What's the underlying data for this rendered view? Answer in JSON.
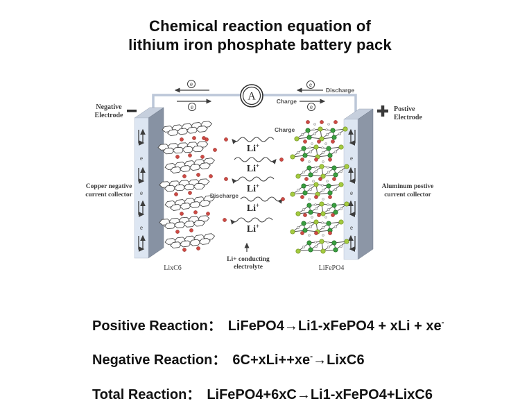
{
  "title": {
    "line1": "Chemical reaction equation of",
    "line2": "lithium iron phosphate battery pack"
  },
  "diagram": {
    "ammeter_label": "A",
    "electron_label": "e",
    "li_label": "Li",
    "li_sup": "+",
    "labels": {
      "negative_electrode_1": "Negative",
      "negative_electrode_2": "Electrode",
      "positive_electrode_1": "Postive",
      "positive_electrode_2": "Electrode",
      "copper_collector_1": "Copper negative",
      "copper_collector_2": "current collector",
      "aluminum_collector_1": "Aluminum postive",
      "aluminum_collector_2": "current collector",
      "discharge_top": "Discharge",
      "charge_top": "Charge",
      "charge_mid": "Charge",
      "discharge_mid": "Discharge",
      "electrolyte_1": "Li+ conducting",
      "electrolyte_2": "electrolyte",
      "anode_formula": "LixC6",
      "cathode_formula": "LiFePO4"
    },
    "colors": {
      "wire": "#bcc7d8",
      "electrode_face": "#dde6f2",
      "electrode_side": "#8792a3",
      "li_ion_red": "#cd4a44",
      "fe_green": "#3a9e40",
      "po4_light_green": "#a4cb40",
      "text_dark": "#3c3c3c"
    }
  },
  "reactions": {
    "positive": {
      "label": "Positive Reaction：",
      "eq": "LiFePO4→Li1-xFePO4 + xLi + xe",
      "sup": "-",
      "tail": ""
    },
    "negative": {
      "label": "Negative Reaction：",
      "eq": "6C+xLi++xe",
      "sup": "-",
      "tail": "→LixC6"
    },
    "total": {
      "label": "Total Reaction：",
      "eq": "LiFePO4+6xC→Li1-xFePO4+LixC6",
      "sup": "",
      "tail": ""
    }
  }
}
